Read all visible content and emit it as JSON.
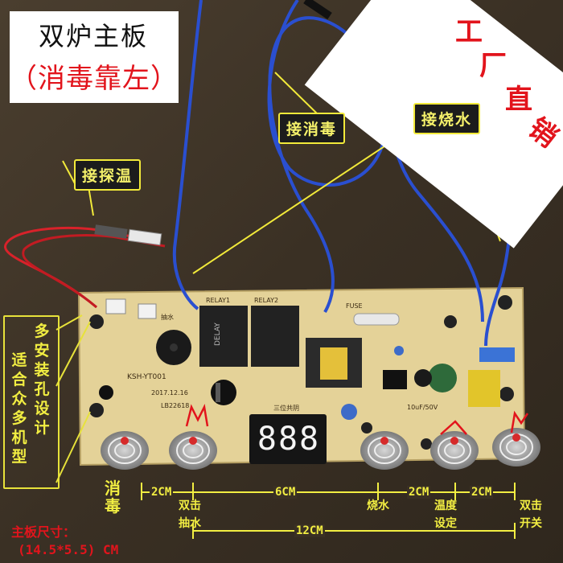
{
  "title": {
    "line1": "双炉主板",
    "line2": "（消毒靠左）"
  },
  "banner": [
    "工",
    "厂",
    "直",
    "销"
  ],
  "callouts": {
    "disinfect": "接消毒",
    "boil": "接烧水",
    "probe": "接探温"
  },
  "side_note": {
    "col1": "适合众多机型",
    "col2": "多安装孔设计"
  },
  "pcb_labels": {
    "relay1": "RELAY1",
    "relay2": "RELAY2",
    "model": "KSH-YT001",
    "date": "2017.12.16",
    "display_caption": "三位共阴",
    "pump": "抽水",
    "fuse": "FUSE",
    "cap1": "10uF/50V",
    "inductor": "LB22618",
    "display_digits": "888"
  },
  "dimensions": {
    "left_label": "消\n毒",
    "d1": "2CM",
    "d2": "6CM",
    "d3": "2CM",
    "d4": "2CM",
    "total": "12CM",
    "lbl_double_pump_1": "双击",
    "lbl_double_pump_2": "抽水",
    "lbl_boil": "烧水",
    "lbl_temp_1": "温度",
    "lbl_temp_2": "设定",
    "lbl_double_switch_1": "双击",
    "lbl_double_switch_2": "开关"
  },
  "board_size": {
    "label": "主板尺寸：",
    "value": "(14.5*5.5) CM"
  },
  "colors": {
    "accent_red": "#e2141c",
    "callout_yellow": "#f2ea3a",
    "pcb": "#e6d49a",
    "wire_blue": "#2a4fd0"
  }
}
